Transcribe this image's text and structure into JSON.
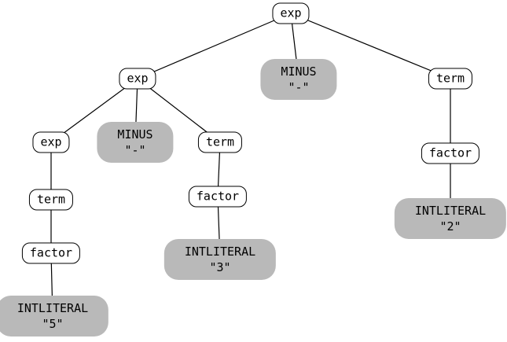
{
  "diagram": {
    "kind": "parse-tree",
    "expression": "5 - 3 - 2",
    "colors": {
      "terminal_fill": "#b9b9b9",
      "nonterminal_fill": "#ffffff",
      "node_border": "#000000",
      "edge": "#000000",
      "background": "#ffffff"
    },
    "nodes": [
      {
        "id": "exp-root",
        "label": "exp",
        "kind": "nonterminal"
      },
      {
        "id": "exp-a",
        "label": "exp",
        "kind": "nonterminal"
      },
      {
        "id": "minus-a",
        "label": "MINUS",
        "value": "\"-\"",
        "kind": "terminal"
      },
      {
        "id": "term-c",
        "label": "term",
        "kind": "nonterminal"
      },
      {
        "id": "exp-b",
        "label": "exp",
        "kind": "nonterminal"
      },
      {
        "id": "minus-b",
        "label": "MINUS",
        "value": "\"-\"",
        "kind": "terminal"
      },
      {
        "id": "term-a",
        "label": "term",
        "kind": "nonterminal"
      },
      {
        "id": "factor-c",
        "label": "factor",
        "kind": "nonterminal"
      },
      {
        "id": "term-b",
        "label": "term",
        "kind": "nonterminal"
      },
      {
        "id": "factor-a",
        "label": "factor",
        "kind": "nonterminal"
      },
      {
        "id": "int-2",
        "label": "INTLITERAL",
        "value": "\"2\"",
        "kind": "terminal"
      },
      {
        "id": "factor-b",
        "label": "factor",
        "kind": "nonterminal"
      },
      {
        "id": "int-3",
        "label": "INTLITERAL",
        "value": "\"3\"",
        "kind": "terminal"
      },
      {
        "id": "int-5",
        "label": "INTLITERAL",
        "value": "\"5\"",
        "kind": "terminal"
      }
    ],
    "edges": [
      {
        "from": "exp-root",
        "to": "exp-a"
      },
      {
        "from": "exp-root",
        "to": "minus-a"
      },
      {
        "from": "exp-root",
        "to": "term-c"
      },
      {
        "from": "exp-a",
        "to": "exp-b"
      },
      {
        "from": "exp-a",
        "to": "minus-b"
      },
      {
        "from": "exp-a",
        "to": "term-a"
      },
      {
        "from": "exp-b",
        "to": "term-b"
      },
      {
        "from": "term-b",
        "to": "factor-b"
      },
      {
        "from": "factor-b",
        "to": "int-5"
      },
      {
        "from": "term-a",
        "to": "factor-a"
      },
      {
        "from": "factor-a",
        "to": "int-3"
      },
      {
        "from": "term-c",
        "to": "factor-c"
      },
      {
        "from": "factor-c",
        "to": "int-2"
      }
    ]
  }
}
